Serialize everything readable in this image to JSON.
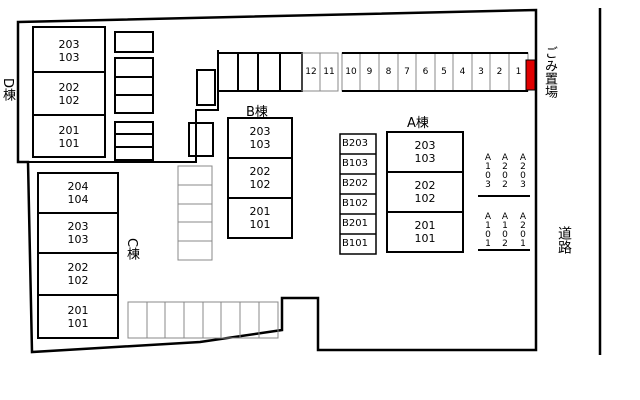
{
  "buildings": {
    "D": {
      "label": "D棟",
      "units": [
        {
          "top": "203",
          "bottom": "103"
        },
        {
          "top": "202",
          "bottom": "102"
        },
        {
          "top": "201",
          "bottom": "101"
        }
      ]
    },
    "B": {
      "label": "B棟",
      "units": [
        {
          "top": "203",
          "bottom": "103"
        },
        {
          "top": "202",
          "bottom": "102"
        },
        {
          "top": "201",
          "bottom": "101"
        }
      ]
    },
    "A": {
      "label": "A棟",
      "units": [
        {
          "top": "203",
          "bottom": "103"
        },
        {
          "top": "202",
          "bottom": "102"
        },
        {
          "top": "201",
          "bottom": "101"
        }
      ]
    },
    "C": {
      "label": "C棟",
      "units": [
        {
          "top": "204",
          "bottom": "104"
        },
        {
          "top": "203",
          "bottom": "103"
        },
        {
          "top": "202",
          "bottom": "102"
        },
        {
          "top": "201",
          "bottom": "101"
        }
      ]
    }
  },
  "b_boxes": [
    "B203",
    "B103",
    "B202",
    "B102",
    "B201",
    "B101"
  ],
  "parking_numbers": [
    "12",
    "11",
    "10",
    "9",
    "8",
    "7",
    "6",
    "5",
    "4",
    "3",
    "2",
    "1"
  ],
  "a_bikes_top": [
    "A103",
    "A202",
    "A203"
  ],
  "a_bikes_bottom": [
    "A101",
    "A102",
    "A201"
  ],
  "garbage_label": "ごみ置場",
  "road_label": "道路",
  "colors": {
    "garbage": "#e00000",
    "line": "#000000"
  }
}
